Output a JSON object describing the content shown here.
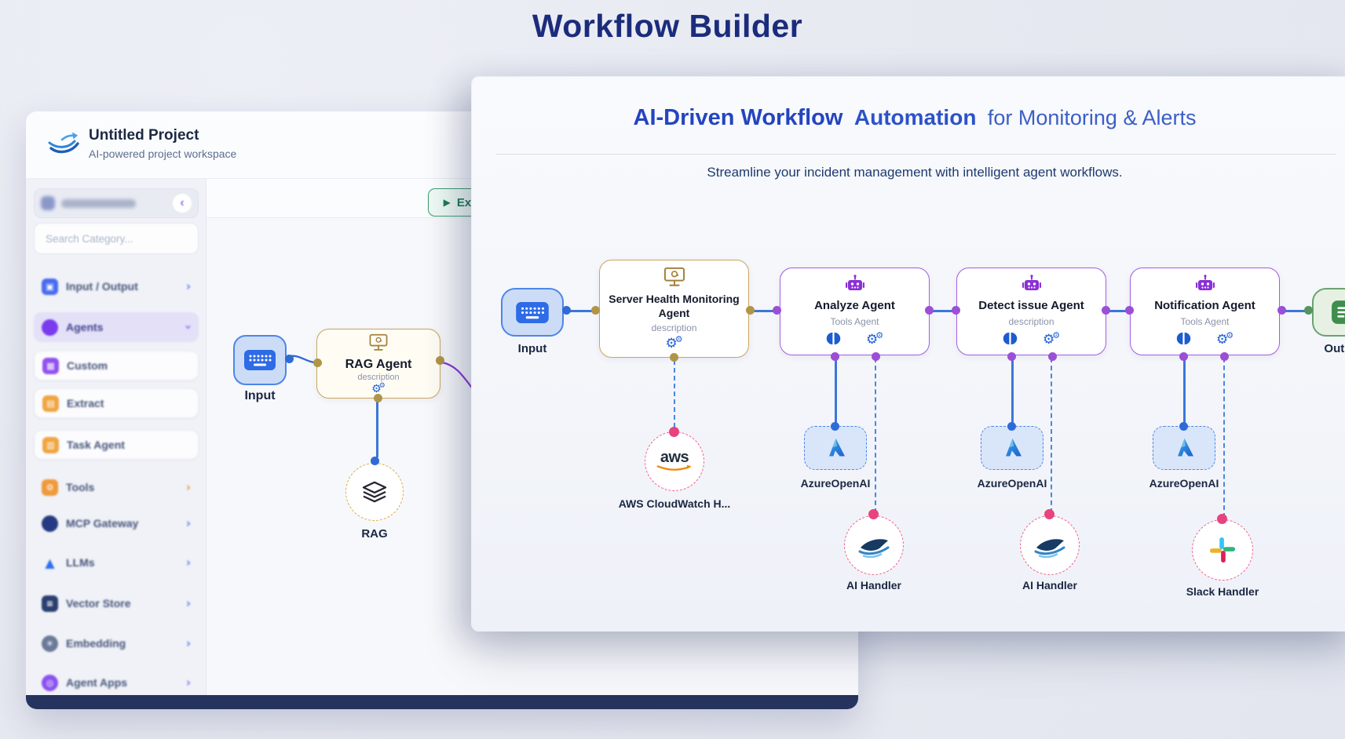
{
  "page": {
    "title": "Workflow Builder"
  },
  "icons": {
    "chevron_right": "›",
    "chevron_left": "‹",
    "play": "▶",
    "gear": "⚙"
  },
  "window": {
    "header": {
      "title": "Untitled Project",
      "subtitle": "AI-powered project workspace"
    },
    "sidebar": {
      "search_placeholder": "Search Category...",
      "items": [
        {
          "label": "Input / Output"
        },
        {
          "label": "Agents"
        },
        {
          "label": "Custom"
        },
        {
          "label": "Extract"
        },
        {
          "label": "Task Agent"
        },
        {
          "label": "Tools"
        },
        {
          "label": "MCP Gateway"
        },
        {
          "label": "LLMs"
        },
        {
          "label": "Vector Store"
        },
        {
          "label": "Embedding"
        },
        {
          "label": "Agent Apps"
        }
      ]
    },
    "toolbar": {
      "execute_label": "Execute"
    },
    "canvas": {
      "input_label": "Input",
      "rag_agent": {
        "title": "RAG Agent",
        "subtitle": "description"
      },
      "rag_label": "RAG"
    }
  },
  "overlay": {
    "heading": {
      "part1": "AI-Driven Workflow",
      "part2": "Automation",
      "part3": "for Monitoring & Alerts"
    },
    "subheading": "Streamline your incident management with intelligent agent workflows.",
    "input_label": "Input",
    "output_label": "Output",
    "agents": [
      {
        "title": "Server Health Monitoring Agent",
        "subtitle": "description"
      },
      {
        "title": "Analyze Agent",
        "subtitle": "Tools Agent"
      },
      {
        "title": "Detect issue Agent",
        "subtitle": "description"
      },
      {
        "title": "Notification Agent",
        "subtitle": "Tools Agent"
      }
    ],
    "attachments": {
      "aws_label": "AWS CloudWatch H...",
      "aws_logo_text": "aws",
      "azure_label": "AzureOpenAI",
      "ai_handler_label": "AI Handler",
      "slack_label": "Slack Handler"
    },
    "colors": {
      "heading_blue": "#2746c3",
      "agent_gold": "#c9a55c",
      "agent_purple": "#a35de2",
      "edge_blue": "#3b77d8",
      "port_pink": "#e8437e",
      "output_green": "#55945d"
    }
  }
}
